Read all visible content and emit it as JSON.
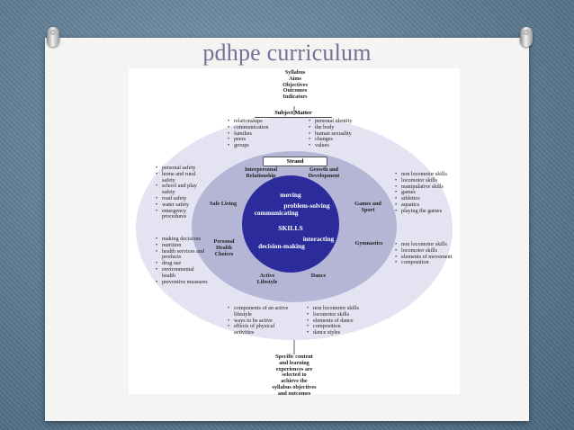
{
  "title": "pdhpe curriculum",
  "syllabus": [
    "Syllabus",
    "Aims",
    "Objectives",
    "Outcomes",
    "Indicators"
  ],
  "subject_matter": {
    "heading": "Subject Matter",
    "left": [
      "relationships",
      "communication",
      "families",
      "peers",
      "groups"
    ],
    "right": [
      "personal identity",
      "the body",
      "human sexuality",
      "changes",
      "values"
    ]
  },
  "strand_label": "Strand",
  "strands": {
    "interpersonal": "Interpersonal Relationship",
    "growth": "Growth and Development",
    "safe": "Safe Living",
    "games": "Games and Sport",
    "phc": "Personal Health Choices",
    "gymnastics": "Gymnastics",
    "active": "Active Lifestyle",
    "dance": "Dance"
  },
  "skills": {
    "moving": "moving",
    "problem_solving": "problem-solving",
    "communicating": "communicating",
    "heading": "SKILLS",
    "interacting": "interacting",
    "decision_making": "decision-making"
  },
  "outer": {
    "left_top": [
      "personal safety",
      "home and rural safety",
      "school and play safety",
      "road safety",
      "water safety",
      "emergency procedures"
    ],
    "left_bottom": [
      "making decisions",
      "nutrition",
      "health services and products",
      "drug use",
      "environmental health",
      "preventive measures"
    ],
    "right_top": [
      "non locomotor skills",
      "locomotor skills",
      "manipulative skills",
      "games",
      "athletics",
      "aquatics",
      "playing the games"
    ],
    "right_bottom": [
      "non locomotor skills",
      "locomotor skills",
      "elements of movement",
      "composition"
    ],
    "bottom_left": [
      "components of an active lifestyle",
      "ways to be active",
      "effects of physical activities"
    ],
    "bottom_right": [
      "non locomotor skills",
      "locomotor skills",
      "elements of dance",
      "composition",
      "dance styles"
    ]
  },
  "footer": [
    "Specific content",
    "and learning",
    "experiences are",
    "selected to",
    "achieve the",
    "syllabus objectives",
    "and outcomes"
  ],
  "colors": {
    "outer_ring": "#e3e3f1",
    "middle_ring": "#b5b5d6",
    "inner_circle": "#2c2b9b",
    "title": "#7a6e99"
  }
}
